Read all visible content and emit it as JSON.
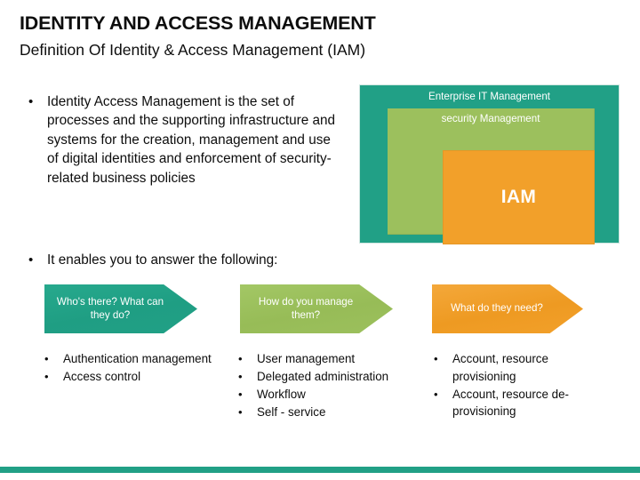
{
  "header": {
    "title": "IDENTITY AND ACCESS MANAGEMENT",
    "subtitle": "Definition Of Identity & Access Management (IAM)"
  },
  "intro": {
    "bullet_marker": "•",
    "text": "Identity Access Management is the set of processes and the supporting infrastructure and systems for the creation, management and use of digital identities and enforcement of security-related business policies"
  },
  "enables": {
    "bullet_marker": "•",
    "text": "It enables you to answer the following:"
  },
  "diagram": {
    "outer_label": "Enterprise IT Management",
    "middle_label": "security Management",
    "inner_label": "IAM",
    "colors": {
      "outer": "#21a086",
      "middle": "#9cc05d",
      "inner": "#f2a02a",
      "label_text": "#ffffff"
    }
  },
  "chevrons": [
    {
      "label": "Who's there? What can they do?",
      "color": "#21a086"
    },
    {
      "label": "How do you manage them?",
      "color": "#9cc05d"
    },
    {
      "label": "What do they need?",
      "color": "#f2a02a"
    }
  ],
  "columns": [
    {
      "bullet_marker": "•",
      "items": [
        "Authentication management",
        "Access control"
      ]
    },
    {
      "bullet_marker": "•",
      "items": [
        "User management",
        "Delegated administration",
        "Workflow",
        "Self - service"
      ]
    },
    {
      "bullet_marker": "•",
      "items": [
        "Account, resource provisioning",
        "Account, resource de-provisioning"
      ]
    }
  ],
  "footer": {
    "accent_color": "#21a086"
  }
}
